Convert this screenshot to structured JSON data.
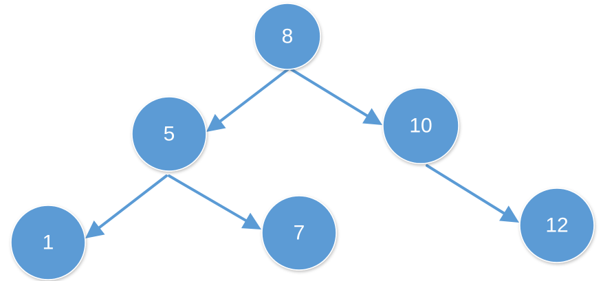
{
  "diagram": {
    "type": "binary-search-tree",
    "colors": {
      "node_fill": "#5b9bd5",
      "node_text": "#ffffff",
      "edge": "#5b9bd5",
      "background": "#ffffff"
    },
    "nodes": [
      {
        "id": "n8",
        "label": "8"
      },
      {
        "id": "n5",
        "label": "5"
      },
      {
        "id": "n10",
        "label": "10"
      },
      {
        "id": "n1",
        "label": "1"
      },
      {
        "id": "n7",
        "label": "7"
      },
      {
        "id": "n12",
        "label": "12"
      }
    ],
    "edges": [
      {
        "from": "n8",
        "to": "n5"
      },
      {
        "from": "n8",
        "to": "n10"
      },
      {
        "from": "n5",
        "to": "n1"
      },
      {
        "from": "n5",
        "to": "n7"
      },
      {
        "from": "n10",
        "to": "n12"
      }
    ]
  }
}
